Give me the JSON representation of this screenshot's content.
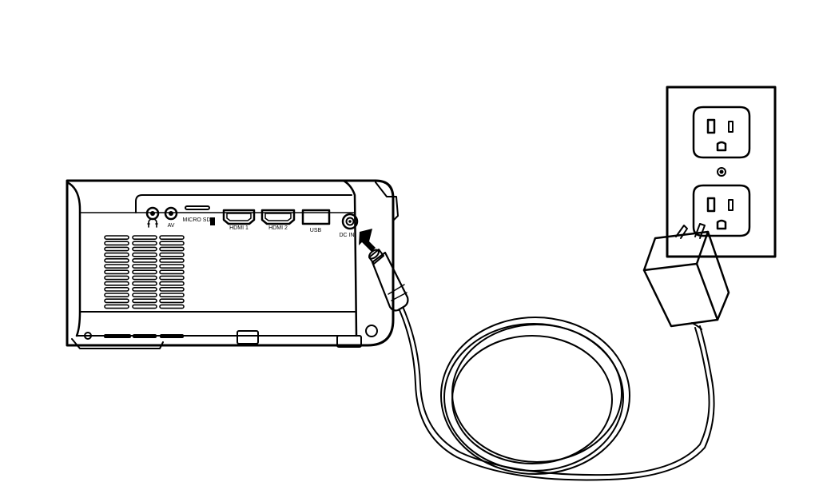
{
  "ports": {
    "headphone": "",
    "av": "AV",
    "micro_sd": "MICRO SD",
    "hdmi1": "HDMI 1",
    "hdmi2": "HDMI 2",
    "usb": "USB",
    "dc_in": "DC IN"
  },
  "icons": {
    "headphone": "headphone-icon",
    "arrow": "insert-arrow-icon"
  },
  "colors": {
    "stroke": "#000000",
    "background": "#ffffff"
  }
}
